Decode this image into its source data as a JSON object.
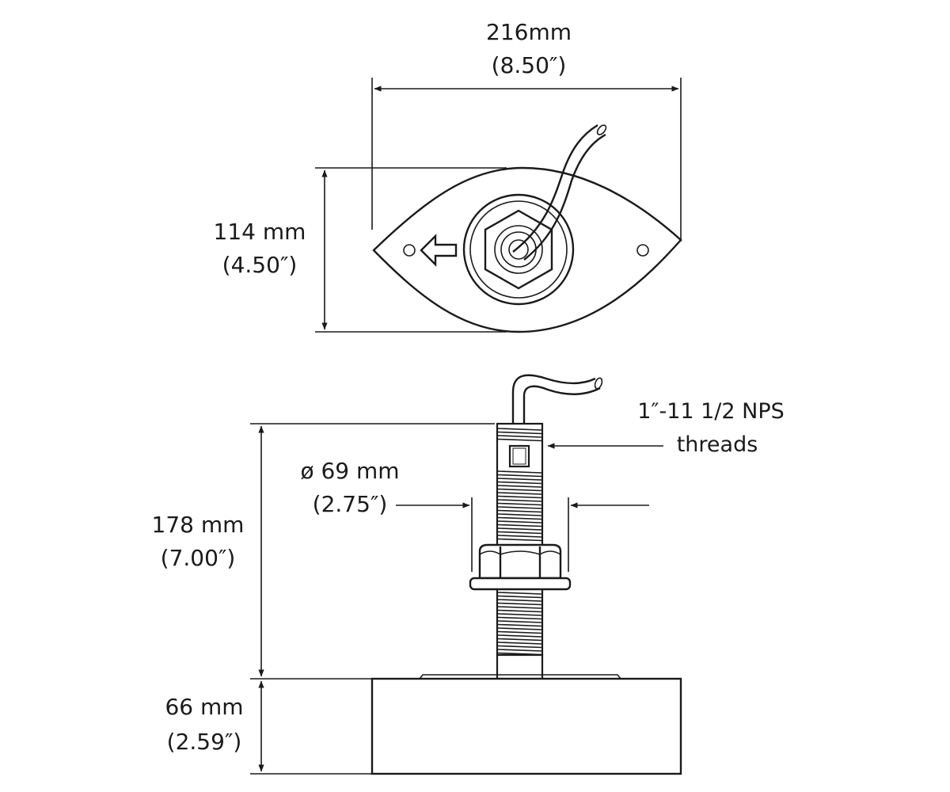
{
  "top_view": {
    "width_mm": "216mm",
    "width_in": "(8.50″)",
    "height_mm": "114 mm",
    "height_in": "(4.50″)",
    "direction_symbol": "arrow-left-icon"
  },
  "side_view": {
    "stem_height_mm": "178 mm",
    "stem_height_in": "(7.00″)",
    "diameter_mm": "ø 69 mm",
    "diameter_in": "(2.75″)",
    "thread_spec": "1″-11 1/2 NPS",
    "thread_word": "threads",
    "body_height_mm": "66 mm",
    "body_height_in": "(2.59″)"
  },
  "colors": {
    "line": "#1a1a1a",
    "background": "#ffffff"
  }
}
